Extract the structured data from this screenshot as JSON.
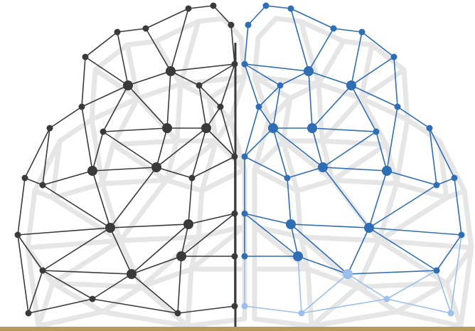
{
  "image": {
    "subject": "brain-hemispheres-mesh",
    "left_hemisphere": {
      "style": "wireframe-network",
      "color": "#3a3a3a"
    },
    "right_hemisphere": {
      "style": "wireframe-network",
      "color": "#2f6db5",
      "fade_color": "#9cc0ea"
    },
    "shadow_color": "#e6e6e6",
    "bottom_rule_color": "#b59a5a"
  }
}
